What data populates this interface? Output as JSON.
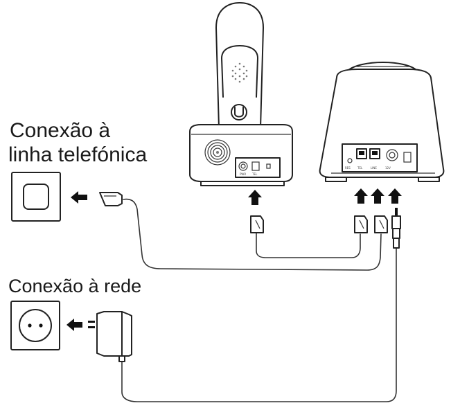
{
  "labels": {
    "phone_line_1": "Conexão à",
    "phone_line_2": "linha telefónica",
    "power": "Conexão à rede"
  },
  "colors": {
    "line": "#222222",
    "fill": "#ffffff",
    "arrow": "#111111"
  },
  "icons": [
    "phone-wall-socket-icon",
    "power-wall-socket-icon",
    "telephone-handset-icon",
    "charging-base-icon",
    "base-station-icon",
    "phone-plug-icon",
    "power-adapter-icon",
    "arrow-left-icon",
    "arrow-up-icon"
  ]
}
